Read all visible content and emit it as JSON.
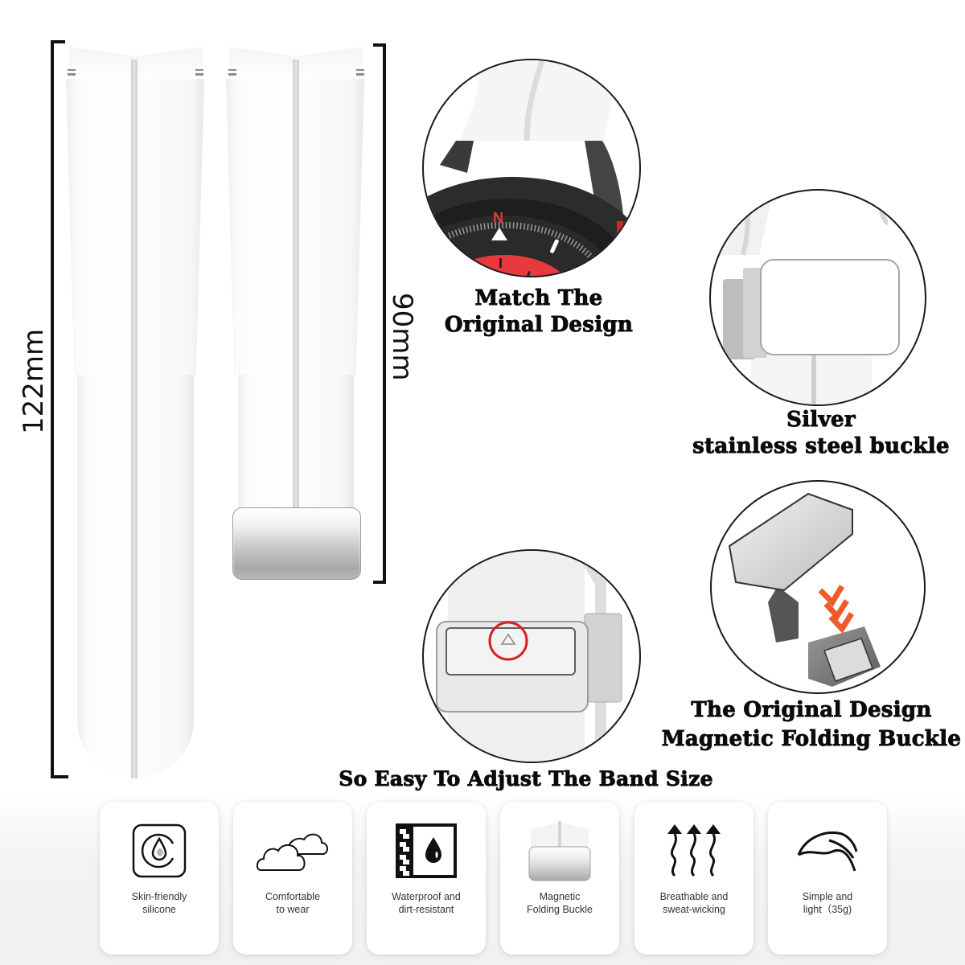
{
  "dimensions": {
    "full_strap_length": "122mm",
    "buckle_strap_length": "90mm"
  },
  "features": [
    {
      "id": "match-original-design",
      "caption_line1": "Match The",
      "caption_line2": "Original Design",
      "watch_face": {
        "compass_letter": "N",
        "accent_color": "#e8393c"
      }
    },
    {
      "id": "silver-buckle",
      "caption_line1": "Silver",
      "caption_line2": "stainless steel buckle"
    },
    {
      "id": "magnetic-folding-buckle",
      "caption_line1": "The Original Design",
      "caption_line2": "Magnetic Folding Buckle",
      "arrow_color": "#f05a28"
    },
    {
      "id": "buckle-closeup",
      "highlight_color": "#d81f26"
    }
  ],
  "headline": "So Easy To Adjust The Band Size",
  "cards": [
    {
      "icon": "water-drop-badge-icon",
      "line1": "Skin-friendly",
      "line2": "silicone"
    },
    {
      "icon": "clouds-icon",
      "line1": "Comfortable",
      "line2": "to wear"
    },
    {
      "icon": "waterproof-panel-icon",
      "line1": "Waterproof and",
      "line2": "dirt-resistant"
    },
    {
      "icon": "magnetic-buckle-icon",
      "line1": "Magnetic",
      "line2": "Folding Buckle"
    },
    {
      "icon": "breathable-arrows-icon",
      "line1": "Breathable and",
      "line2": "sweat-wicking"
    },
    {
      "icon": "leaf-icon",
      "line1": "Simple and",
      "line2": "light（35g)"
    }
  ]
}
